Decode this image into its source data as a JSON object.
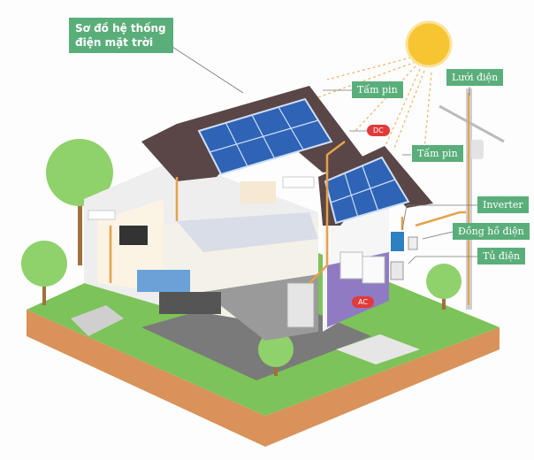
{
  "title": "Sơ đồ hệ thống điện mặt trời",
  "labels": {
    "panel_main": "Tấm pin",
    "panel_second": "Tấm pin",
    "grid": "Lưới điện",
    "inverter": "Inverter",
    "meter": "Đồng hồ điện",
    "cabinet": "Tủ điện",
    "dc": "DC",
    "ac": "AC"
  },
  "colors": {
    "label_bg": "#5aae7a",
    "pill": "#e23a3a",
    "sun": "#f7c531",
    "panel": "#2e63b5",
    "roof": "#5a4646",
    "grass": "#7cc35a",
    "soil": "#d9925a"
  }
}
